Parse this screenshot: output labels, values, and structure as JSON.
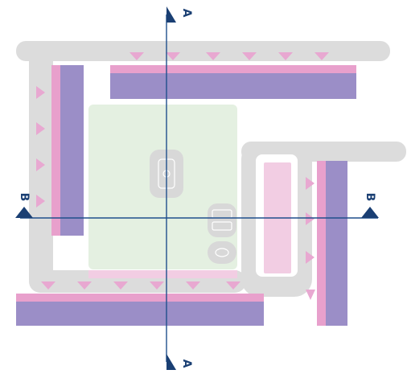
{
  "section_markers": {
    "vertical_top": "A",
    "vertical_bottom": "A",
    "horizontal_left": "B",
    "horizontal_right": "B"
  },
  "colors": {
    "path_gray": "#dcdcdc",
    "arrow_pink": "#e8a8d1",
    "band_pink": "#e8a0cc",
    "band_purple": "#9b8ec7",
    "green_zone": "#e4f0e1",
    "light_pink_fill": "#f2cde3",
    "section_line": "#1f4f8c",
    "marker_navy": "#1a3f73",
    "icon_gray": "#d8d8d8",
    "icon_stroke": "#ffffff"
  },
  "icons": {
    "center_furniture": "table-icon",
    "right_furniture_top": "bench-icon",
    "right_furniture_bottom": "pill-icon",
    "flow_arrow": "triangle-arrow-icon"
  }
}
